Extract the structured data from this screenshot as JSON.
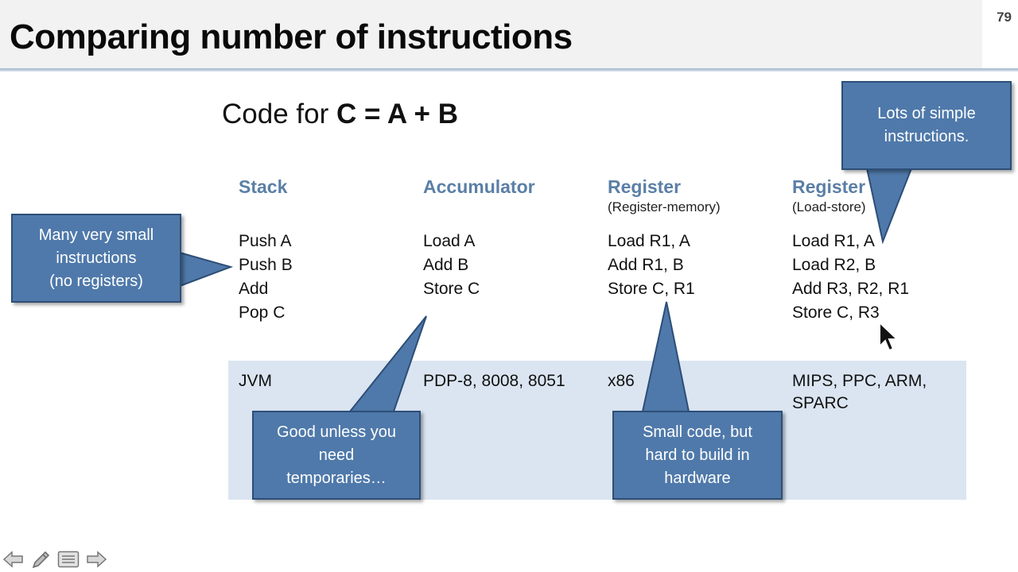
{
  "slide": {
    "title": "Comparing number of instructions",
    "page_number": "79",
    "subtitle_prefix": "Code for ",
    "subtitle_bold": "C = A + B"
  },
  "columns": [
    {
      "heading": "Stack",
      "subheading": "",
      "code": [
        "Push A",
        "Push B",
        "Add",
        "Pop C"
      ],
      "platforms": "JVM"
    },
    {
      "heading": "Accumulator",
      "subheading": "",
      "code": [
        "Load A",
        "Add B",
        "Store C"
      ],
      "platforms": "PDP-8, 8008, 8051"
    },
    {
      "heading": "Register",
      "subheading": "(Register-memory)",
      "code": [
        "Load R1, A",
        "Add R1, B",
        "Store C, R1"
      ],
      "platforms": "x86"
    },
    {
      "heading": "Register",
      "subheading": "(Load-store)",
      "code": [
        "Load R1, A",
        "Load R2, B",
        "Add R3, R2, R1",
        "Store C, R3"
      ],
      "platforms_lines": [
        "MIPS, PPC, ARM,",
        "SPARC"
      ]
    }
  ],
  "callouts": {
    "stack": [
      "Many very small",
      "instructions",
      "(no registers)"
    ],
    "accumulator": [
      "Good unless you",
      "need",
      "temporaries…"
    ],
    "register_memory": [
      "Small code, but",
      "hard to build in",
      "hardware"
    ],
    "load_store": [
      "Lots of simple",
      "instructions."
    ]
  },
  "colors": {
    "heading": "#5b7fa6",
    "callout_fill": "#4f79aa",
    "callout_border": "#2d4e77",
    "band": "#dbe5f1"
  },
  "icons": [
    "back-arrow-icon",
    "pen-icon",
    "menu-icon",
    "forward-arrow-icon",
    "mouse-cursor-icon"
  ]
}
